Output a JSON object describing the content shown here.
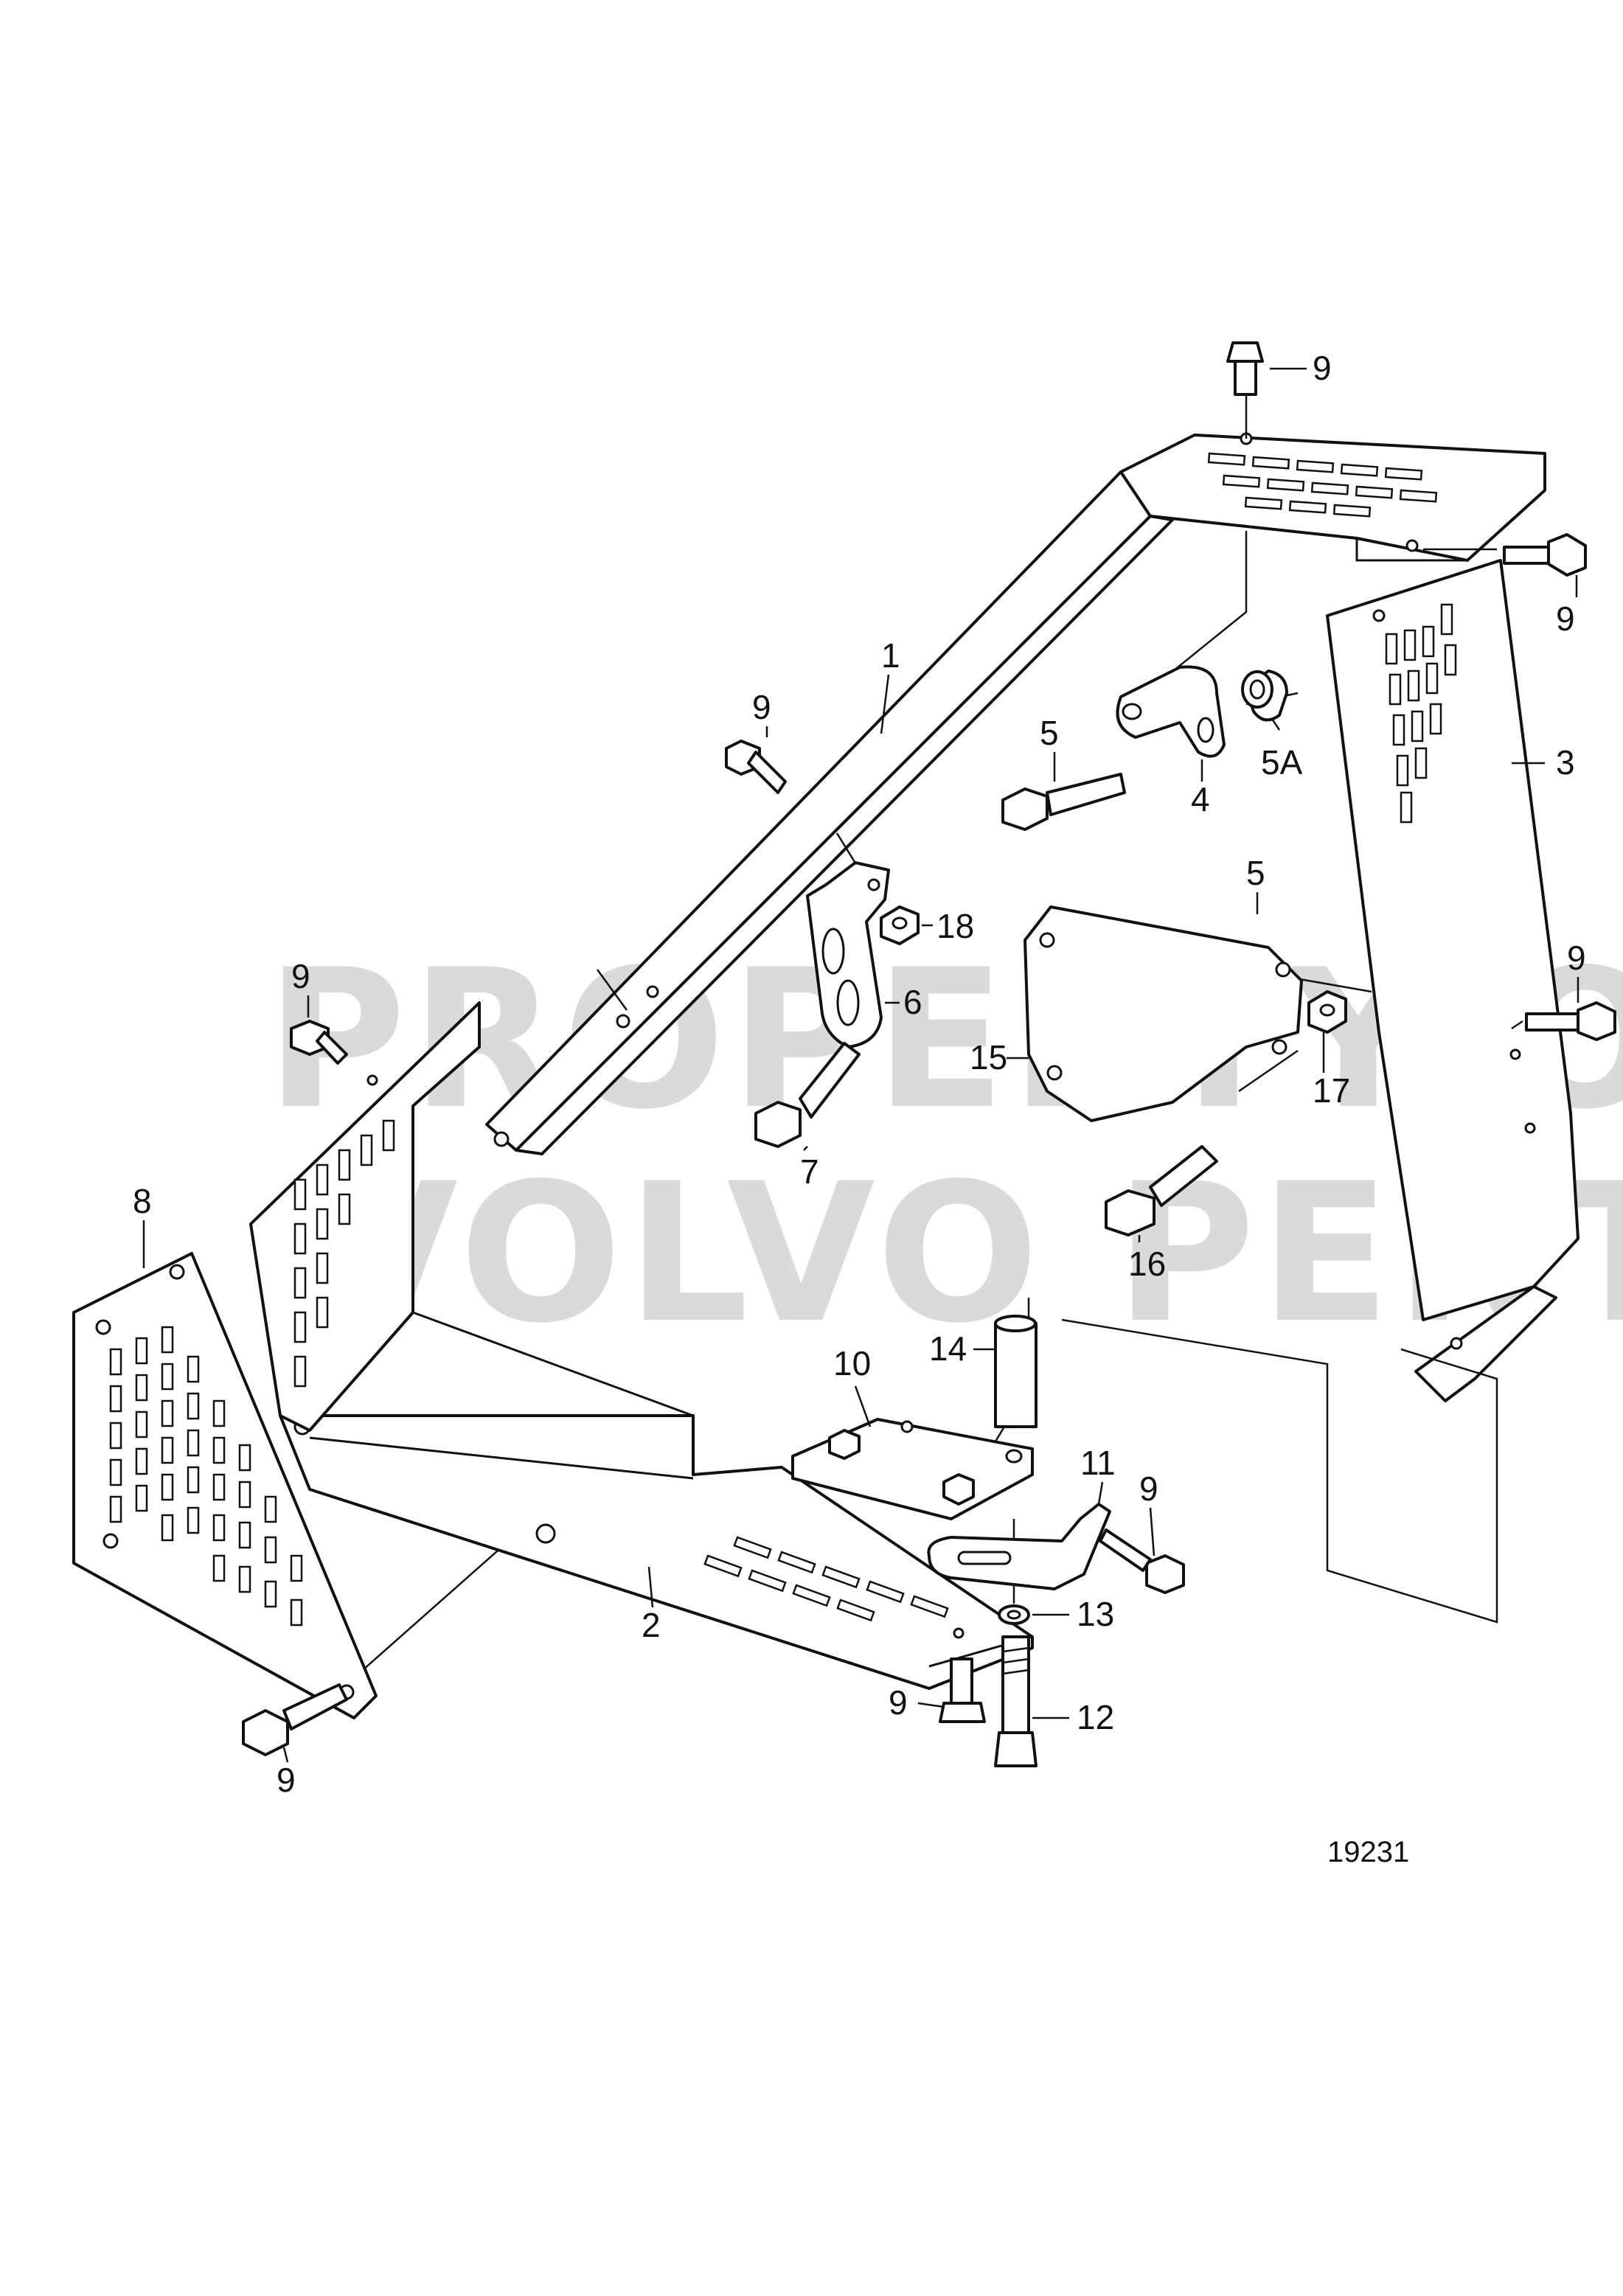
{
  "watermark": {
    "line1": "PROPERTY OF",
    "line2": "VOLVO PENTA"
  },
  "figure_number": "19231",
  "callouts": {
    "c1": "1",
    "c2": "2",
    "c3": "3",
    "c4": "4",
    "c5_top": "5",
    "c5_plate": "5",
    "c5a": "5A",
    "c6": "6",
    "c7": "7",
    "c8": "8",
    "c9_top": "9",
    "c9_right_top": "9",
    "c9_mid": "9",
    "c9_left": "9",
    "c9_right": "9",
    "c9_bracket": "9",
    "c9_bottom": "9",
    "c9_lower_left": "9",
    "c10": "10",
    "c11": "11",
    "c12": "12",
    "c13": "13",
    "c14": "14",
    "c15": "15",
    "c16": "16",
    "c17": "17",
    "c18": "18"
  }
}
